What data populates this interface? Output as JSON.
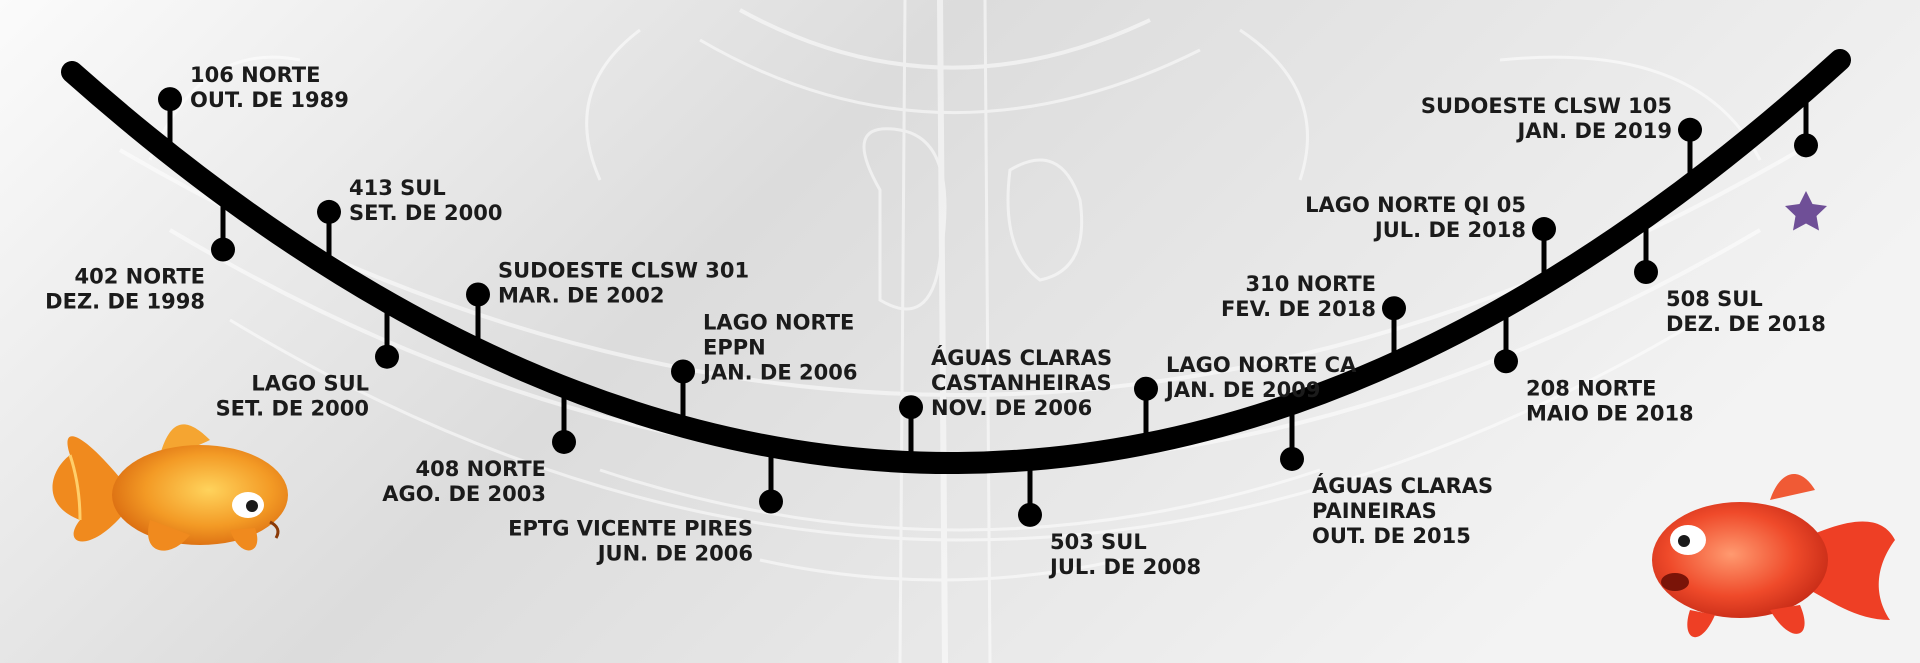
{
  "colors": {
    "curve": "#000000",
    "background_light": "#fbfbfb",
    "background_dark": "#c9c9c9",
    "map_lines": "#ffffff",
    "star": "#6f4f97",
    "fish_left": "#f08a1e",
    "fish_right": "#ee3f25"
  },
  "milestones": [
    {
      "side": "above",
      "anchor": "start",
      "lines": [
        "106 NORTE",
        "OUT. DE 1989"
      ]
    },
    {
      "side": "below",
      "anchor": "end",
      "lines": [
        "402  NORTE",
        "DEZ. DE 1998"
      ]
    },
    {
      "side": "above",
      "anchor": "start",
      "lines": [
        "413 SUL",
        "SET. DE 2000"
      ]
    },
    {
      "side": "below",
      "anchor": "end",
      "lines": [
        "LAGO SUL",
        "SET. DE 2000"
      ]
    },
    {
      "side": "above",
      "anchor": "start",
      "lines": [
        "SUDOESTE CLSW 301",
        "MAR. DE 2002"
      ]
    },
    {
      "side": "below",
      "anchor": "end",
      "lines": [
        "408 NORTE",
        "AGO. DE 2003"
      ]
    },
    {
      "side": "above",
      "anchor": "start",
      "lines": [
        "LAGO NORTE",
        "EPPN",
        "JAN. DE 2006"
      ]
    },
    {
      "side": "below",
      "anchor": "end",
      "lines": [
        "EPTG VICENTE PIRES",
        "JUN. DE 2006"
      ]
    },
    {
      "side": "above",
      "anchor": "start",
      "lines": [
        "ÁGUAS CLARAS",
        "CASTANHEIRAS",
        "NOV. DE 2006"
      ]
    },
    {
      "side": "below",
      "anchor": "start",
      "lines": [
        "503 SUL",
        "JUL. DE 2008"
      ]
    },
    {
      "side": "above",
      "anchor": "start",
      "lines": [
        "LAGO NORTE CA",
        "JAN. DE 2009"
      ]
    },
    {
      "side": "below",
      "anchor": "start",
      "lines": [
        "ÁGUAS CLARAS",
        "PAINEIRAS",
        "OUT. DE 2015"
      ]
    },
    {
      "side": "above",
      "anchor": "end",
      "lines": [
        "310 NORTE",
        "FEV. DE 2018"
      ]
    },
    {
      "side": "below",
      "anchor": "start",
      "lines": [
        "208 NORTE",
        "MAIO DE 2018"
      ]
    },
    {
      "side": "above",
      "anchor": "end",
      "lines": [
        "LAGO NORTE QI 05",
        "JUL. DE 2018"
      ]
    },
    {
      "side": "below",
      "anchor": "start",
      "lines": [
        "508 SUL",
        "DEZ. DE 2018"
      ]
    },
    {
      "side": "above",
      "anchor": "end",
      "lines": [
        "SUDOESTE CLSW 105",
        "JAN. DE 2019"
      ]
    },
    {
      "side": "below",
      "anchor": "none",
      "lines": []
    }
  ],
  "final_marker_icon": "star-icon",
  "decorations": [
    "goldfish-left",
    "goldfish-right"
  ]
}
